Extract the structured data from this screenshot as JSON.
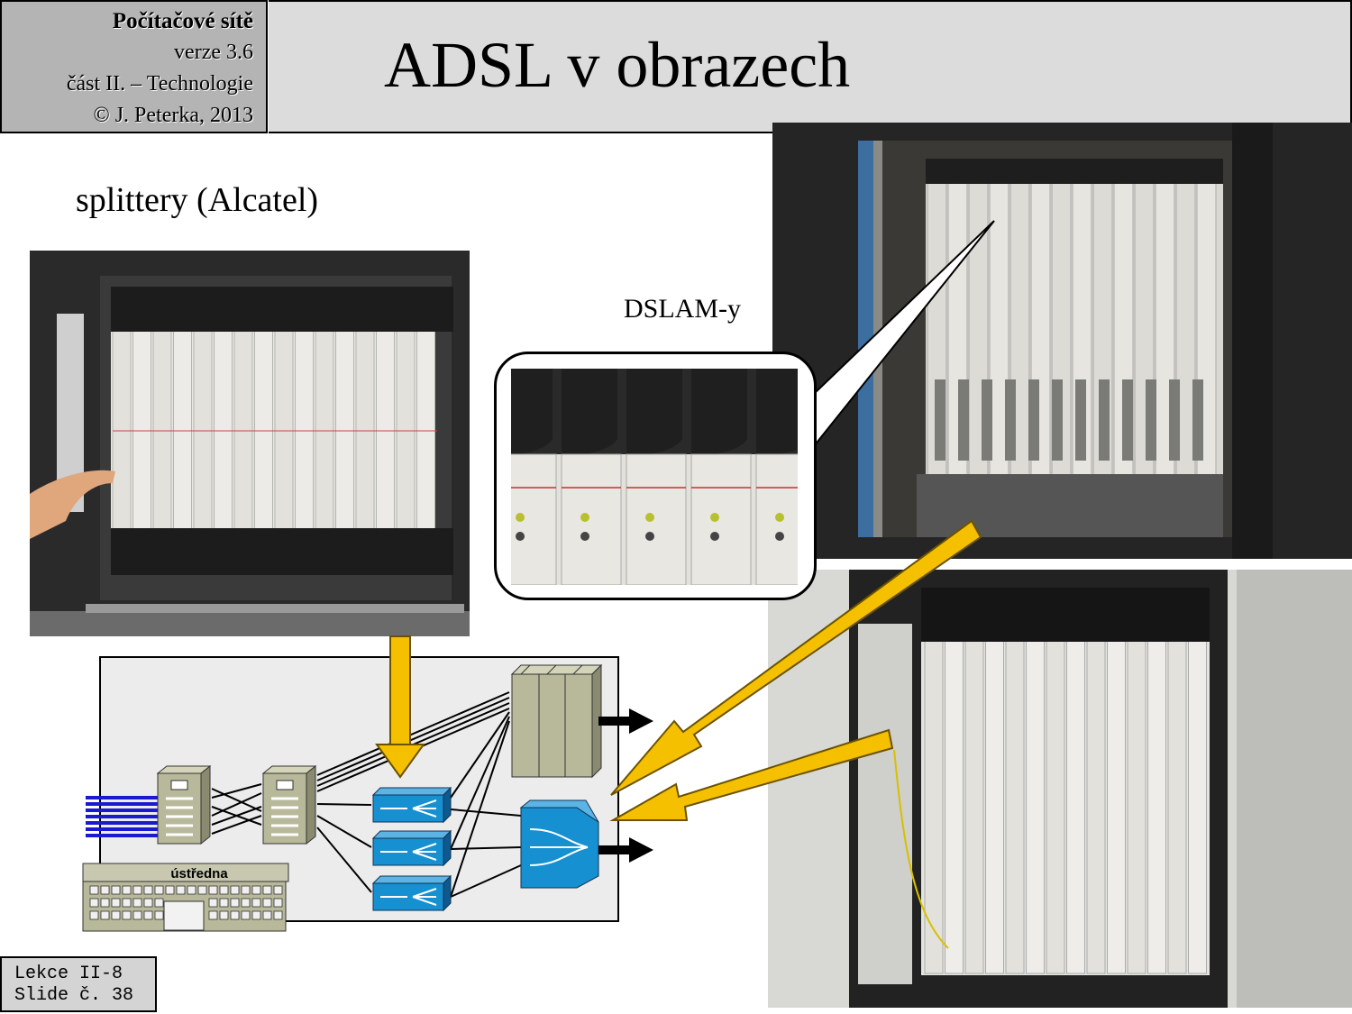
{
  "header": {
    "course_title": "Počítačové sítě",
    "version": "verze 3.6",
    "part": "část  II. –  Technologie",
    "copyright": "© J. Peterka, 2013"
  },
  "slide": {
    "title": "ADSL v obrazech",
    "subtitle": "splittery (Alcatel)",
    "dslam_label": "DSLAM-y"
  },
  "diagram": {
    "building_label": "ústředna"
  },
  "footer": {
    "lesson": "Lekce II-8",
    "slide_no": "Slide č. 38"
  },
  "colors": {
    "arrow_yellow": "#f5c000",
    "switch_blue": "#1690d0",
    "server_khaki": "#b8b89a",
    "diagram_bg": "#ececec"
  }
}
